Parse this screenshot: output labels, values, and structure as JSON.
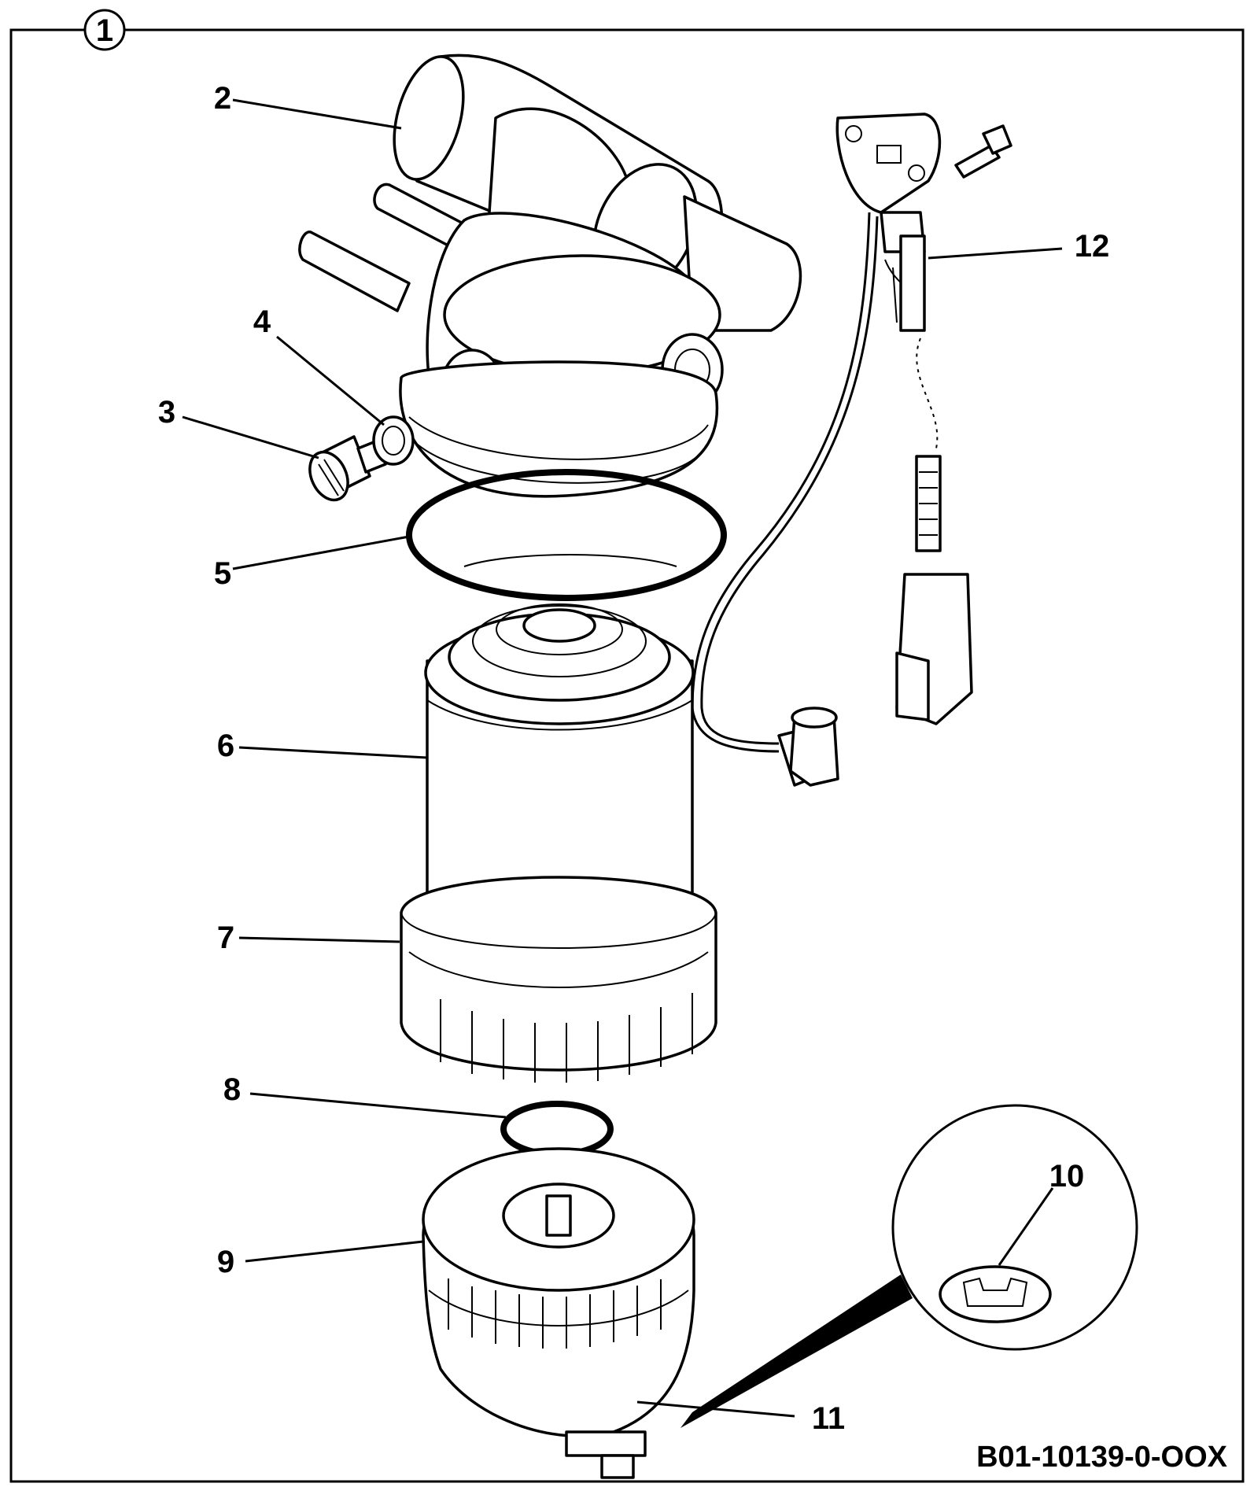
{
  "figure": {
    "assembly_number": "1",
    "reference_code": "B01-10139-0-OOX"
  },
  "callouts": [
    {
      "id": "2",
      "label": "2"
    },
    {
      "id": "3",
      "label": "3"
    },
    {
      "id": "4",
      "label": "4"
    },
    {
      "id": "5",
      "label": "5"
    },
    {
      "id": "6",
      "label": "6"
    },
    {
      "id": "7",
      "label": "7"
    },
    {
      "id": "8",
      "label": "8"
    },
    {
      "id": "9",
      "label": "9"
    },
    {
      "id": "10",
      "label": "10"
    },
    {
      "id": "11",
      "label": "11"
    },
    {
      "id": "12",
      "label": "12"
    }
  ],
  "colors": {
    "line": "#000000",
    "background": "#ffffff"
  }
}
